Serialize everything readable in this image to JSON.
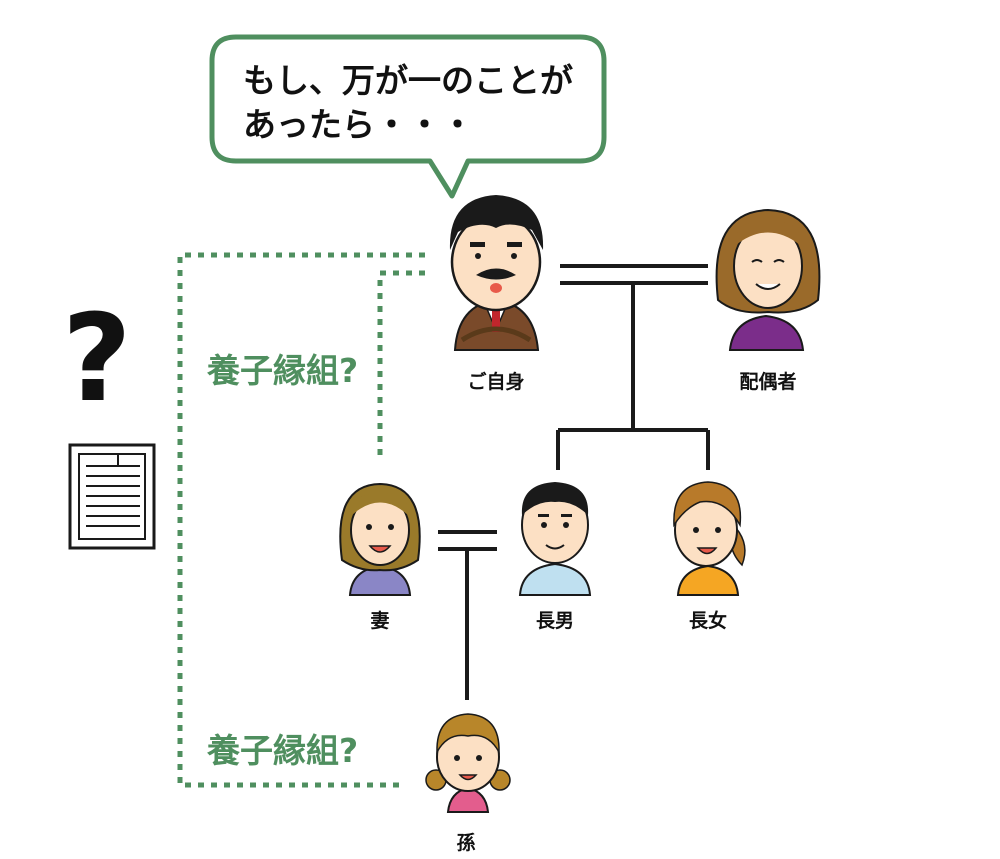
{
  "speech_bubble": {
    "line1": "もし、万が一のことが",
    "line2": "あったら・・・"
  },
  "question_mark": "?",
  "adoption_labels": [
    {
      "text": "養子縁組?"
    },
    {
      "text": "養子縁組?"
    }
  ],
  "people": [
    {
      "id": "self",
      "label": "ご自身",
      "icon": "man-with-mustache-icon"
    },
    {
      "id": "spouse",
      "label": "配偶者",
      "icon": "elderly-woman-icon"
    },
    {
      "id": "wife",
      "label": "妻",
      "icon": "woman-icon"
    },
    {
      "id": "eldest_son",
      "label": "長男",
      "icon": "young-man-icon"
    },
    {
      "id": "eldest_daughter",
      "label": "長女",
      "icon": "young-woman-icon"
    },
    {
      "id": "grandchild",
      "label": "孫",
      "icon": "girl-icon"
    }
  ],
  "document_icon": "will-document-icon",
  "colors": {
    "accent_green": "#4f8f5f",
    "line": "#1a1a1a",
    "skin": "#fce0c4"
  }
}
